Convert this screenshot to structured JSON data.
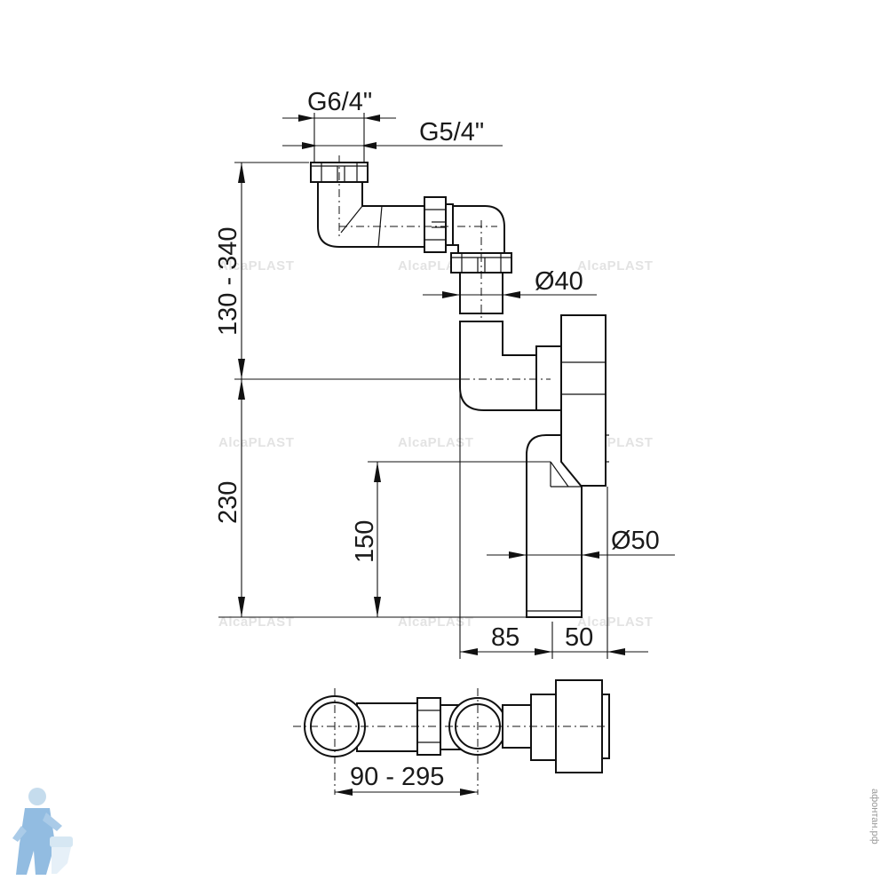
{
  "drawing": {
    "dimensions": {
      "thread_outer": "G6/4\"",
      "thread_inner": "G5/4\"",
      "height_range": "130 - 340",
      "height_lower": "230",
      "height_outlet": "150",
      "diameter_inlet": "Ø40",
      "diameter_outlet": "Ø50",
      "offset_left": "85",
      "offset_right": "50",
      "length_range": "90 - 295"
    },
    "watermark": "AlcaPLAST",
    "site_mark": "афонтан.рф"
  }
}
